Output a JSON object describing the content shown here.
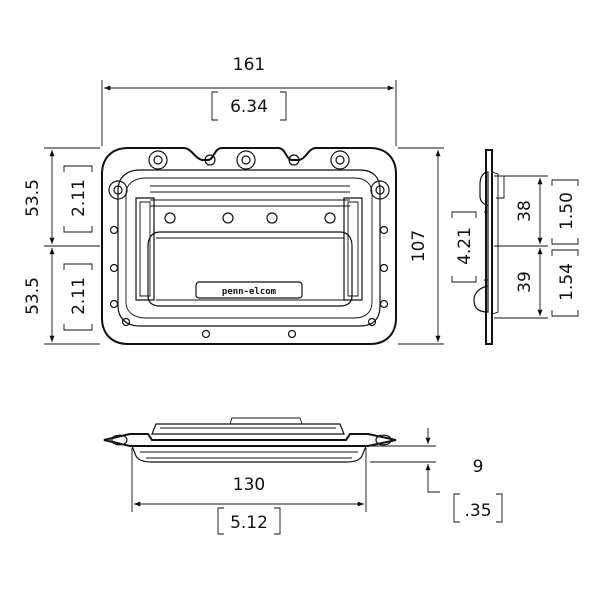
{
  "logo_text": "penn-elcom",
  "dimensions": {
    "width_mm": "161",
    "width_in": "6.34",
    "top_half_mm": "53.5",
    "top_half_in": "2.11",
    "bottom_half_mm": "53.5",
    "bottom_half_in": "2.11",
    "height_mm": "107",
    "height_in": "4.21",
    "side_upper_mm": "38",
    "side_upper_in": "1.50",
    "side_lower_mm": "39",
    "side_lower_in": "1.54",
    "bottom_width_mm": "130",
    "bottom_width_in": "5.12",
    "depth_mm": "9",
    "depth_in": ".35"
  }
}
